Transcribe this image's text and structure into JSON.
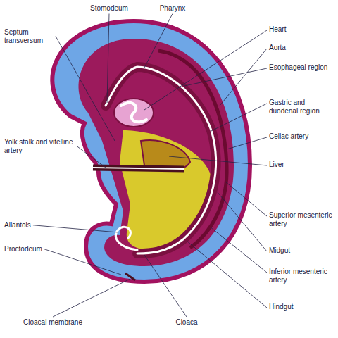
{
  "diagram": {
    "labels": [
      "Stomodeum",
      "Pharynx",
      "Heart",
      "Aorta",
      "Septum transversum",
      "Esophageal region",
      "Gastric and duodenal region",
      "Celiac artery",
      "Yolk stalk and vitelline artery",
      "Liver",
      "Allantois",
      "Superior mesenteric artery",
      "Proctodeum",
      "Midgut",
      "Inferior mesenteric artery",
      "Cloacal membrane",
      "Cloaca",
      "Hindgut"
    ]
  }
}
